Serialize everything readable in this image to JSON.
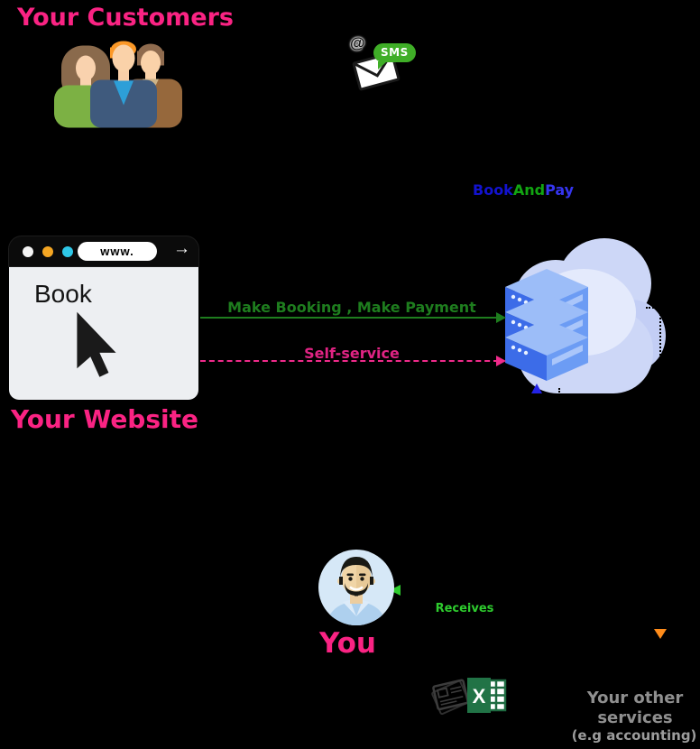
{
  "customers": {
    "title": "Your Customers"
  },
  "sms": {
    "bubble_text": "SMS",
    "at_symbol": "@"
  },
  "brand": {
    "book": "Book",
    "and": "And",
    "pay": "Pay"
  },
  "browser": {
    "address": "www.",
    "go_icon": "→",
    "page_button": "Book",
    "caption": "Your Website"
  },
  "arrows": {
    "booking_label": "Make Booking , Make Payment",
    "self_service_label": "Self-service",
    "receives_label": "Receives"
  },
  "you": {
    "caption": "You"
  },
  "other_services": {
    "title": "Your other services",
    "subtitle": "(e.g accounting)"
  },
  "icons": {
    "excel_letter": "X"
  },
  "colors": {
    "background": "#000000",
    "heading_pink": "#fa2383",
    "self_service_pink": "#e02383",
    "booking_green": "#1e7d1e",
    "receives_green": "#2ecc2e",
    "api_blue": "#2323e6",
    "export_orange": "#ff8c1a",
    "brand_book_blue": "#1212cf",
    "brand_and_green": "#12a412",
    "brand_pay_blue": "#3535f0",
    "muted_gray": "#8f8f8f",
    "excel_green": "#217346",
    "sms_bubble_green": "#3fae27",
    "cloud_fill": "#cdd7f7",
    "server_blue": "#5b8df2",
    "browser_dot_colors": [
      "#f4f4f4",
      "#f5a623",
      "#2fc8e8"
    ]
  }
}
